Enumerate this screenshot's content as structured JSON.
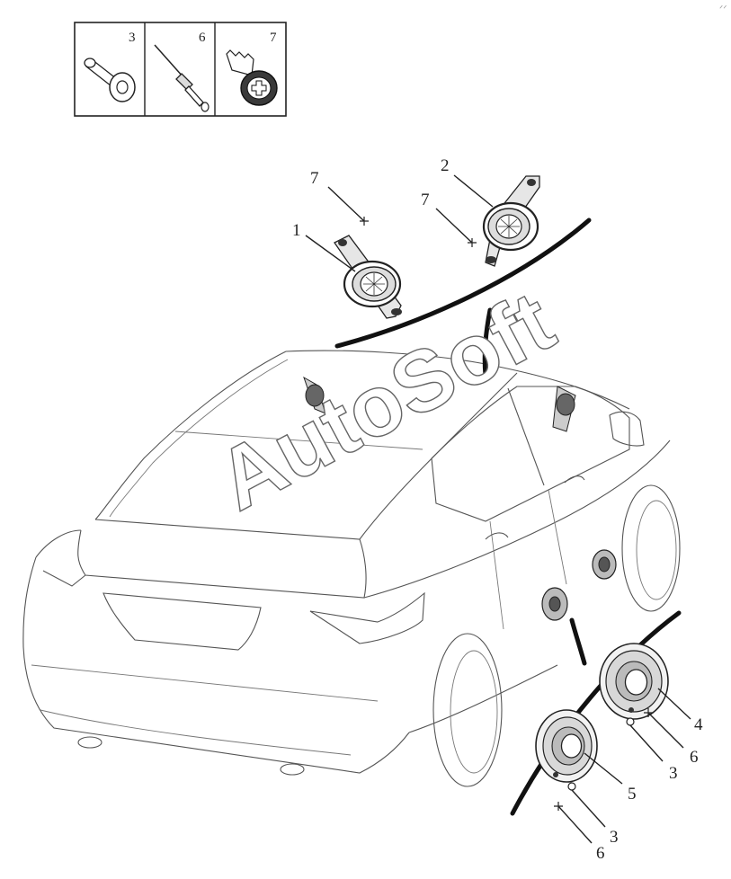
{
  "legend": {
    "cells": [
      {
        "label": "3",
        "icon": "push-pin-clip-icon"
      },
      {
        "label": "6",
        "icon": "rivet-icon"
      },
      {
        "label": "7",
        "icon": "screw-icon"
      }
    ]
  },
  "callouts": {
    "tweeter_left": "1",
    "tweeter_right": "2",
    "screw_left": "7",
    "screw_right": "7",
    "door_speaker_front": "4",
    "door_speaker_rear": "5",
    "clip_front": "3",
    "clip_rear": "3",
    "rivet_front": "6",
    "rivet_rear": "6"
  },
  "watermark": "AutoSoft",
  "corner_mark": "ᐟᐟ"
}
